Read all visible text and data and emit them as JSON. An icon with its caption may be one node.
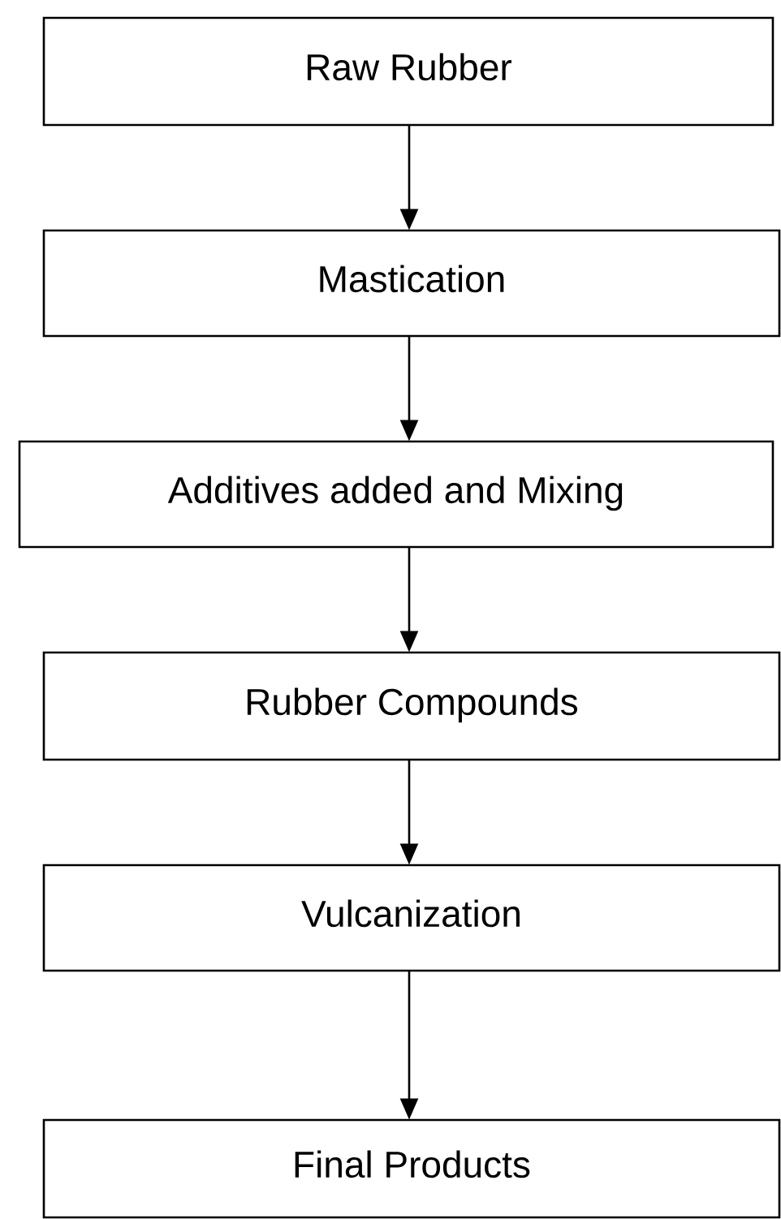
{
  "diagram": {
    "nodes": [
      {
        "text": [
          "Raw Rubber"
        ]
      },
      {
        "text": [
          "Mastication"
        ]
      },
      {
        "text": [
          "Additives added and Mixing"
        ]
      },
      {
        "text": [
          "Rubber Compounds"
        ]
      },
      {
        "text": [
          "Vulcanization"
        ]
      },
      {
        "text": [
          "Final Products"
        ]
      }
    ],
    "edges": [
      {
        "from": 0,
        "to": 1,
        "arrow": "to"
      },
      {
        "from": 1,
        "to": 2,
        "arrow": "to"
      },
      {
        "from": 2,
        "to": 3,
        "arrow": "to"
      },
      {
        "from": 3,
        "to": 4,
        "arrow": "to"
      },
      {
        "from": 4,
        "to": 5,
        "arrow": "to"
      }
    ]
  }
}
